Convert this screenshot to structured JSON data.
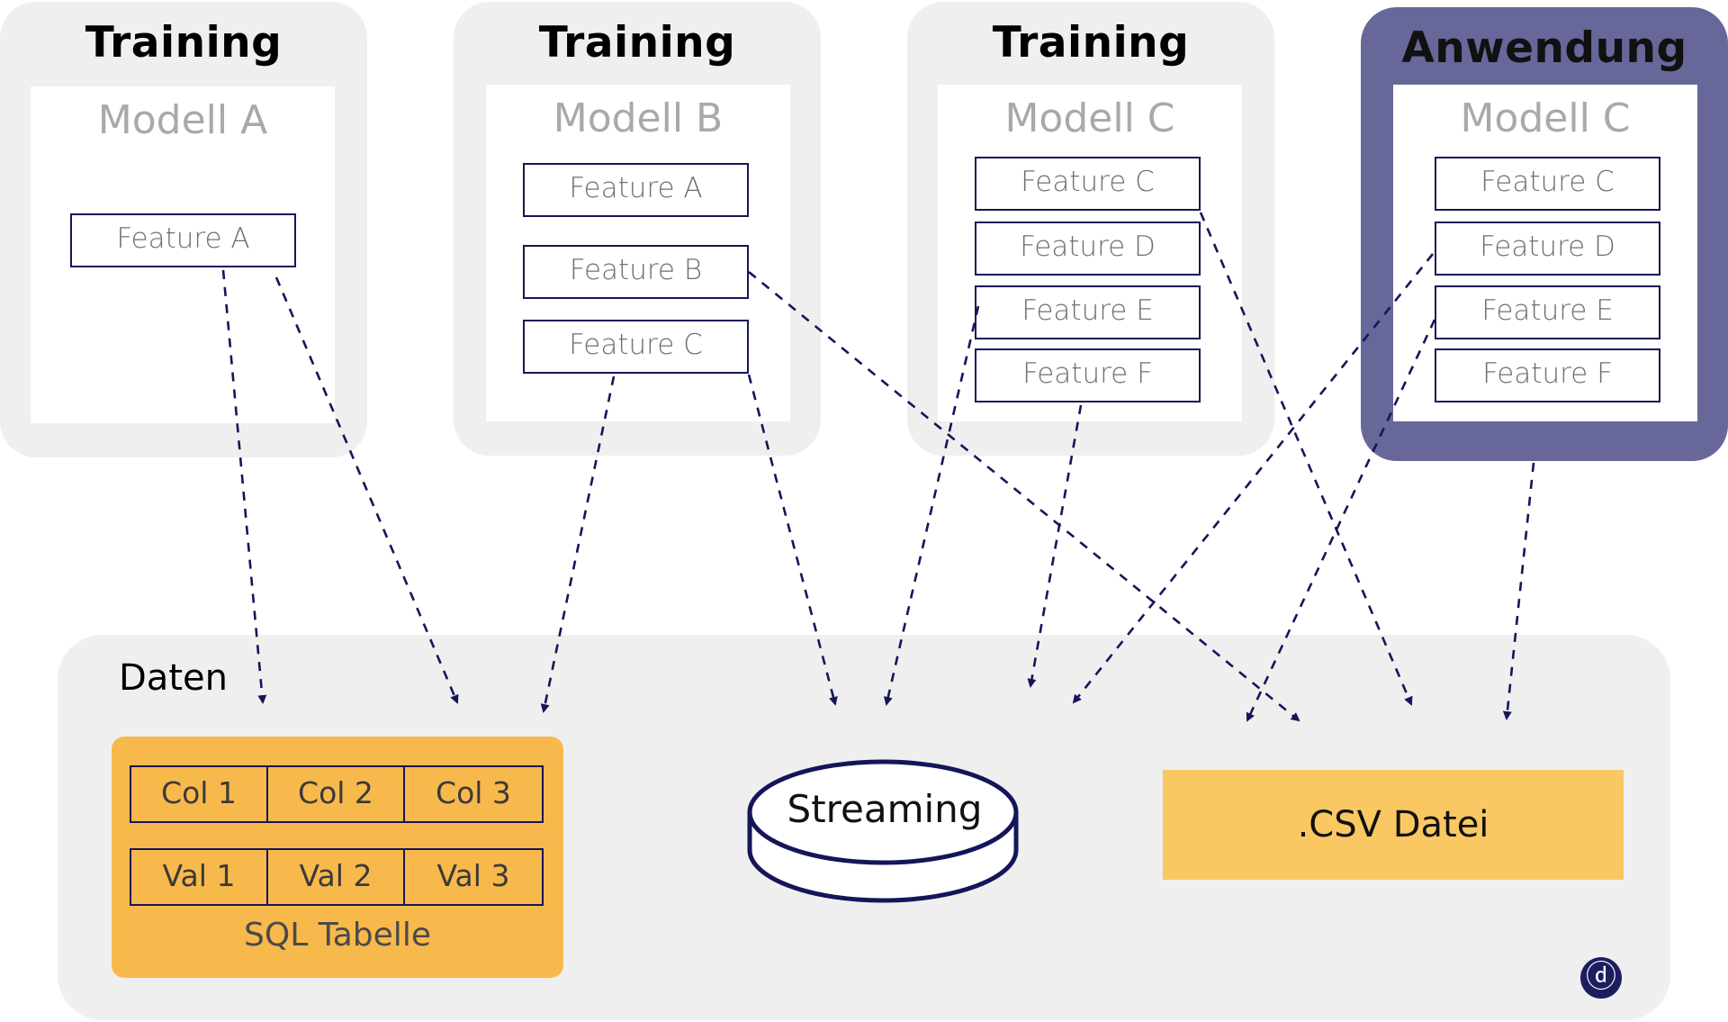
{
  "panels": [
    {
      "title": "Training",
      "model": "Modell A",
      "features": [
        "Feature A"
      ]
    },
    {
      "title": "Training",
      "model": "Modell B",
      "features": [
        "Feature A",
        "Feature B",
        "Feature C"
      ]
    },
    {
      "title": "Training",
      "model": "Modell C",
      "features": [
        "Feature C",
        "Feature D",
        "Feature E",
        "Feature F"
      ]
    },
    {
      "title": "Anwendung",
      "model": "Modell C",
      "features": [
        "Feature C",
        "Feature D",
        "Feature E",
        "Feature F"
      ]
    }
  ],
  "data": {
    "title": "Daten",
    "sql": {
      "header": [
        "Col 1",
        "Col 2",
        "Col 3"
      ],
      "row": [
        "Val 1",
        "Val 2",
        "Val 3"
      ],
      "label": "SQL Tabelle"
    },
    "streaming": "Streaming",
    "csv": ".CSV Datei"
  },
  "colors": {
    "panel_bg": "#efefef",
    "active_panel": "#676799",
    "arrow": "#15155a",
    "sql": "#f8b94c",
    "csv": "#f9c862"
  },
  "icons": [
    "company-logo-icon"
  ]
}
